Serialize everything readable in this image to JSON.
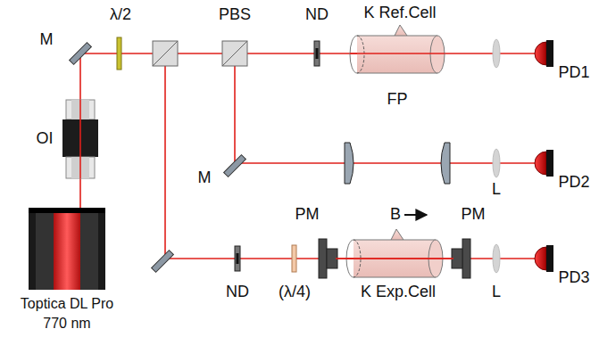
{
  "diagram": {
    "labels": [
      "M",
      "λ/2",
      "PBS",
      "ND",
      "K Ref.Cell",
      "PD1",
      "FP",
      "OI",
      "M",
      "PD2",
      "L",
      "PM",
      "B",
      "PM",
      "PD3",
      "ND",
      "(λ/4)",
      "K Exp.Cell",
      "L",
      "Toptica DL Pro",
      "770 nm"
    ]
  }
}
